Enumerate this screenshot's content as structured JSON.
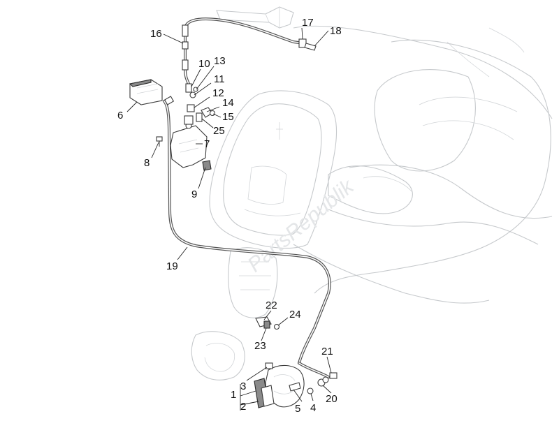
{
  "watermark": "PartsRepublik",
  "callouts": [
    {
      "id": "1",
      "text": "1"
    },
    {
      "id": "2",
      "text": "2"
    },
    {
      "id": "3",
      "text": "3"
    },
    {
      "id": "4",
      "text": "4"
    },
    {
      "id": "5",
      "text": "5"
    },
    {
      "id": "6",
      "text": "6"
    },
    {
      "id": "7",
      "text": "7"
    },
    {
      "id": "8",
      "text": "8"
    },
    {
      "id": "9",
      "text": "9"
    },
    {
      "id": "10",
      "text": "10"
    },
    {
      "id": "11",
      "text": "11"
    },
    {
      "id": "12",
      "text": "12"
    },
    {
      "id": "13",
      "text": "13"
    },
    {
      "id": "14",
      "text": "14"
    },
    {
      "id": "15",
      "text": "15"
    },
    {
      "id": "16",
      "text": "16"
    },
    {
      "id": "17",
      "text": "17"
    },
    {
      "id": "18",
      "text": "18"
    },
    {
      "id": "19",
      "text": "19"
    },
    {
      "id": "20",
      "text": "20"
    },
    {
      "id": "21",
      "text": "21"
    },
    {
      "id": "22",
      "text": "22"
    },
    {
      "id": "23",
      "text": "23"
    },
    {
      "id": "24",
      "text": "24"
    },
    {
      "id": "25",
      "text": "25"
    }
  ]
}
